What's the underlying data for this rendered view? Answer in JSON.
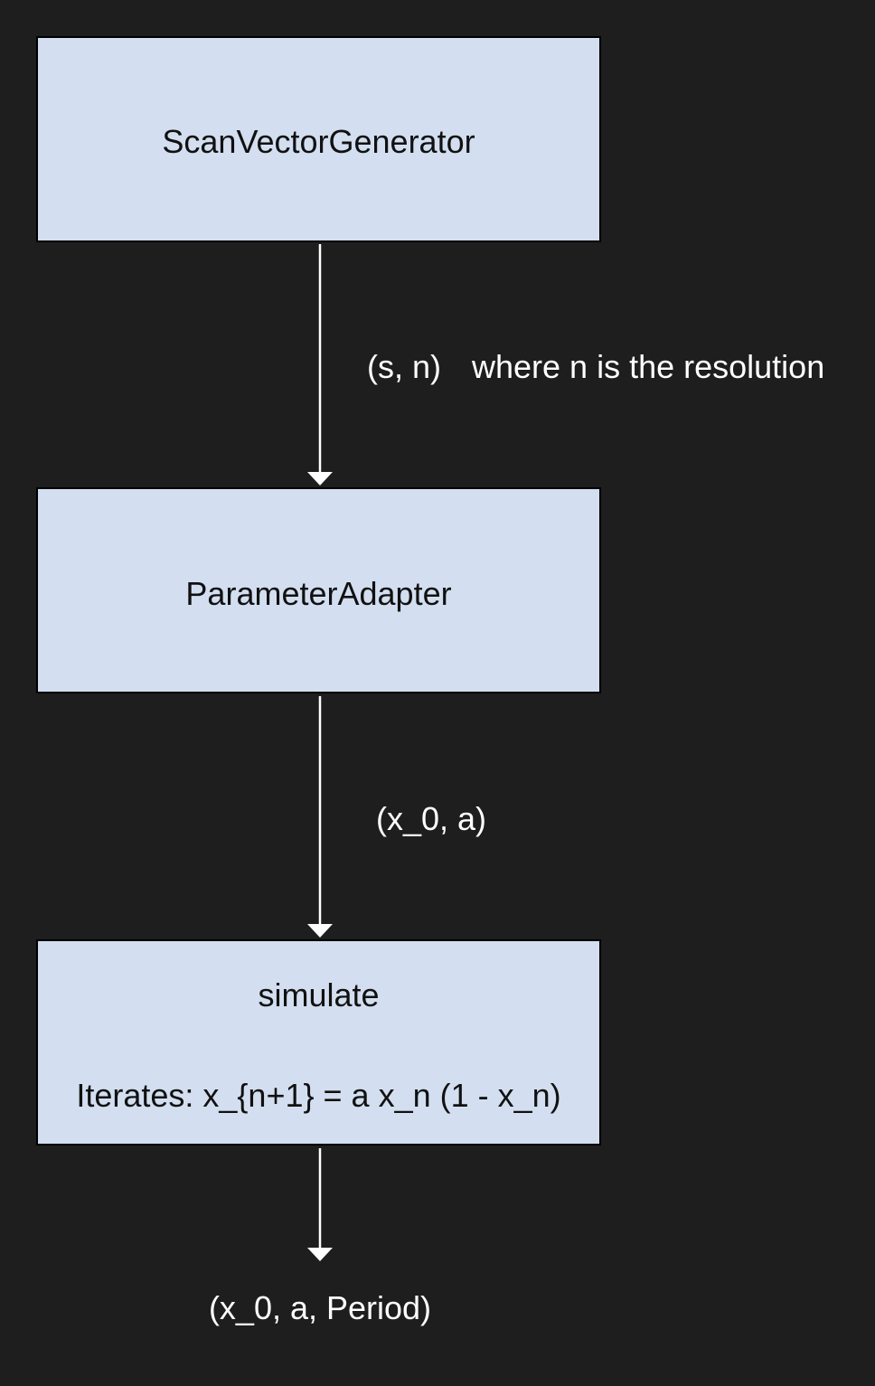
{
  "colors": {
    "background": "#1e1e1e",
    "node_fill": "#d3dff0",
    "node_border": "#000000",
    "edge": "#ffffff",
    "edge_label": "#ffffff"
  },
  "nodes": {
    "scan_vector_generator": {
      "label": "ScanVectorGenerator"
    },
    "parameter_adapter": {
      "label": "ParameterAdapter"
    },
    "simulate": {
      "label": "simulate",
      "detail": "Iterates: x_{n+1} = a x_n (1 - x_n)"
    }
  },
  "edges": {
    "svg_to_pa": {
      "label_left": "(s, n)",
      "label_right": "where n is the resolution"
    },
    "pa_to_sim": {
      "label": "(x_0, a)"
    },
    "sim_out": {
      "label": "(x_0, a, Period)"
    }
  }
}
